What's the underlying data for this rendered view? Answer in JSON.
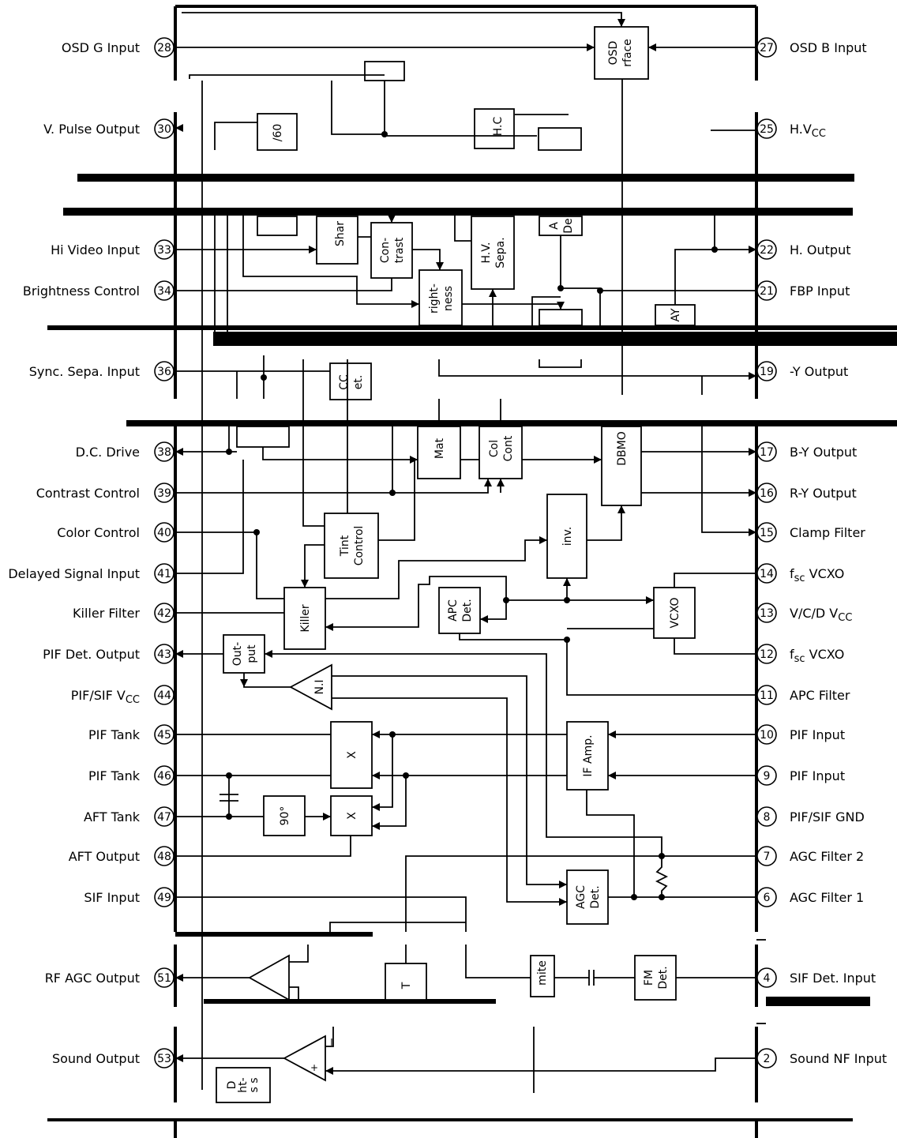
{
  "left_pins": [
    {
      "num": "28",
      "label": "OSD G Input"
    },
    {
      "num": "30",
      "label": "V. Pulse Output"
    },
    {
      "num": "33",
      "label": "Hi Video Input"
    },
    {
      "num": "34",
      "label": "Brightness Control"
    },
    {
      "num": "36",
      "label": "Sync. Sepa. Input"
    },
    {
      "num": "38",
      "label": "D.C. Drive"
    },
    {
      "num": "39",
      "label": "Contrast Control"
    },
    {
      "num": "40",
      "label": "Color Control"
    },
    {
      "num": "41",
      "label": "Delayed Signal Input"
    },
    {
      "num": "42",
      "label": "Killer Filter"
    },
    {
      "num": "43",
      "label": "PIF Det. Output"
    },
    {
      "num": "44",
      "label": "PIF/SIF V",
      "sub": "CC"
    },
    {
      "num": "45",
      "label": "PIF Tank"
    },
    {
      "num": "46",
      "label": "PIF Tank"
    },
    {
      "num": "47",
      "label": "AFT Tank"
    },
    {
      "num": "48",
      "label": "AFT Output"
    },
    {
      "num": "49",
      "label": "SIF Input"
    },
    {
      "num": "51",
      "label": "RF AGC Output"
    },
    {
      "num": "53",
      "label": "Sound Output"
    }
  ],
  "right_pins": [
    {
      "num": "27",
      "label": "OSD B Input"
    },
    {
      "num": "25",
      "label": "H.V",
      "sub": "CC"
    },
    {
      "num": "22",
      "label": "H. Output"
    },
    {
      "num": "21",
      "label": "FBP Input"
    },
    {
      "num": "19",
      "label": "-Y Output"
    },
    {
      "num": "17",
      "label": "B-Y Output"
    },
    {
      "num": "16",
      "label": "R-Y Output"
    },
    {
      "num": "15",
      "label": "Clamp Filter"
    },
    {
      "num": "14",
      "label": "f",
      "sub": "sc",
      "tail": " VCXO"
    },
    {
      "num": "13",
      "label": "V/C/D V",
      "sub": "CC"
    },
    {
      "num": "12",
      "label": "f",
      "sub": "sc",
      "tail": " VCXO"
    },
    {
      "num": "11",
      "label": "APC Filter"
    },
    {
      "num": "10",
      "label": "PIF Input"
    },
    {
      "num": "9",
      "label": "PIF Input"
    },
    {
      "num": "8",
      "label": "PIF/SIF GND"
    },
    {
      "num": "7",
      "label": "AGC Filter 2"
    },
    {
      "num": "6",
      "label": "AGC Filter 1"
    },
    {
      "num": "4",
      "label": "SIF Det. Input"
    },
    {
      "num": "2",
      "label": "Sound NF Input"
    }
  ],
  "blocks": {
    "tint": [
      "Tint",
      "Control"
    ],
    "inv": [
      "inv."
    ],
    "apc": [
      "APC",
      "Det."
    ],
    "vcxo": [
      "VCXO"
    ],
    "killer": [
      "Killer"
    ],
    "output": [
      "Out-",
      "put"
    ],
    "ni": [
      "N.I"
    ],
    "mixer1": [
      "X"
    ],
    "mixer2": [
      "X"
    ],
    "phase": [
      "90°"
    ],
    "ifamp": [
      "IF Amp."
    ],
    "agc": [
      "AGC",
      "Det."
    ],
    "dbmo": [
      "DBMO"
    ],
    "contrast": [
      "Con-",
      "trast"
    ],
    "hvsepa": [
      "H.V.",
      "Sepa."
    ],
    "brightness": [
      "right-",
      "ness"
    ],
    "osd": [
      "OSD",
      "rface"
    ],
    "sharp": [
      "Shar"
    ],
    "cc": [
      "CC",
      "et."
    ],
    "matrix": [
      "Mat"
    ],
    "colorcont": [
      "Col",
      "Cont"
    ],
    "fmdet": [
      "FM",
      "Det."
    ],
    "limiter": [
      "mite"
    ],
    "div60": [
      "/60"
    ],
    "hc": [
      "H.C"
    ],
    "ay": [
      "AY"
    ],
    "ac": [
      "A",
      "De"
    ],
    "t": [
      "T"
    ],
    "bright2": [
      "D",
      "ht-",
      "s s"
    ]
  }
}
